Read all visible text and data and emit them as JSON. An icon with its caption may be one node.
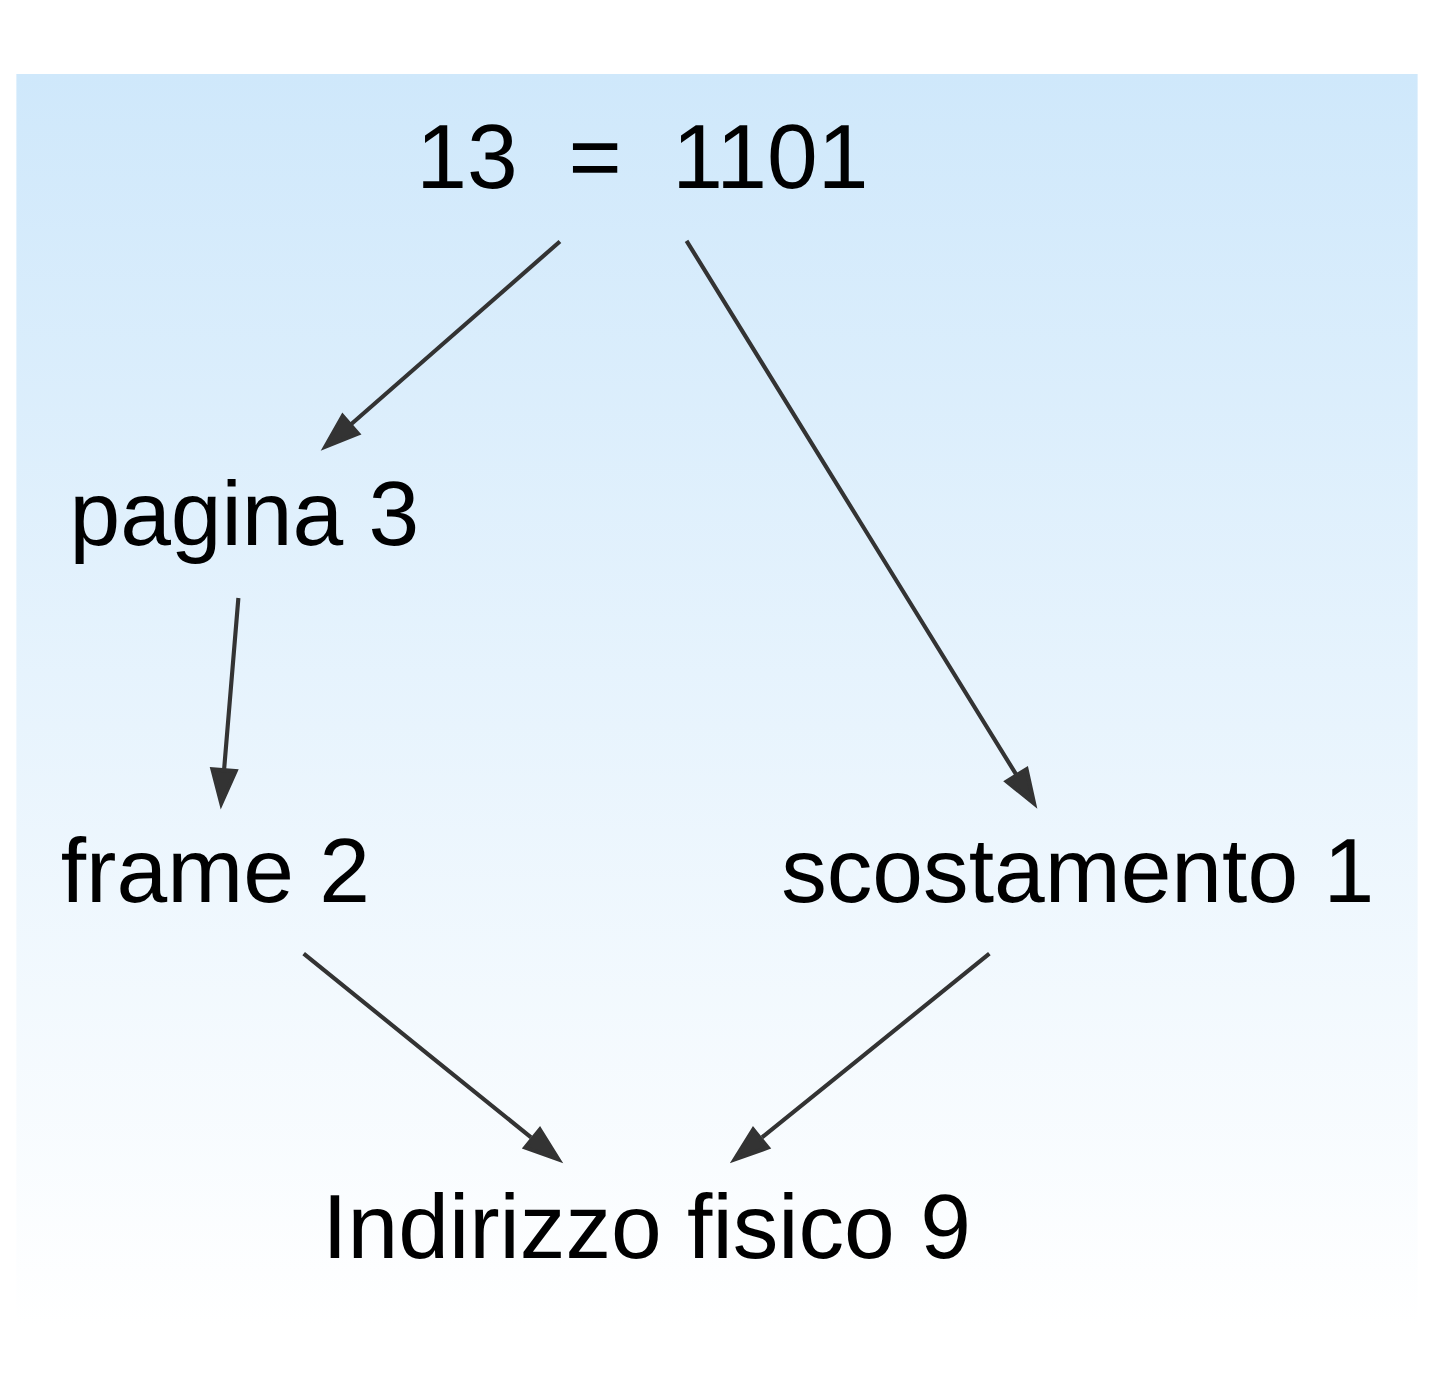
{
  "diagram": {
    "nodes": [
      {
        "text": [
          "13  =  1101"
        ]
      },
      {
        "text": [
          "pagina 3"
        ]
      },
      {
        "text": [
          "scostamento 1"
        ]
      },
      {
        "text": [
          "frame 2"
        ]
      },
      {
        "text": [
          "Indirizzo fisico 9"
        ]
      }
    ],
    "edges": [
      {
        "from": 0,
        "to": 1,
        "arrow": "to"
      },
      {
        "from": 0,
        "to": 2,
        "arrow": "to"
      },
      {
        "from": 1,
        "to": 3,
        "arrow": "to"
      },
      {
        "from": 2,
        "to": 4,
        "arrow": "to"
      },
      {
        "from": 3,
        "to": 4,
        "arrow": "to"
      }
    ]
  }
}
